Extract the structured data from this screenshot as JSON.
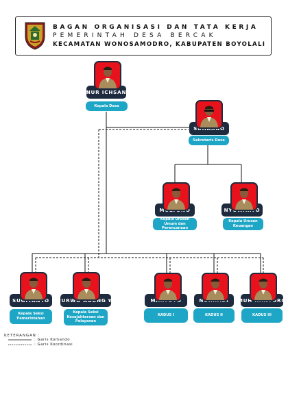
{
  "header": {
    "title_line1": "BAGAN ORGANISASI DAN TATA KERJA",
    "title_line2": "PEMERINTAH DESA BERCAK",
    "title_line3": "KECAMATAN WONOSAMODRO, KABUPATEN BOYOLALI"
  },
  "people": {
    "kades": {
      "name": "NUR ICHSAN",
      "role": "Kepala Desa"
    },
    "sekdes": {
      "name": "SUHARNO",
      "role": "Sekretaris Desa"
    },
    "kaur_umum": {
      "name": "MULYONO",
      "role": "Kepala Urusan Umum dan Perencanaan"
    },
    "kaur_keu": {
      "name": "NYUWARTO",
      "role": "Kepala Urusan Keuangan"
    },
    "kasi_pem": {
      "name": "SUGIYANTO",
      "role": "Kepala Seksi Pemerintahan"
    },
    "kasi_kesra": {
      "name": "PURWO AGUNG W",
      "role": "Kepala Seksi Kesejahteraan dan Pelayanan"
    },
    "kadus1": {
      "name": "MARTOYO",
      "role": "KADUS I"
    },
    "kadus2": {
      "name": "NURHADI",
      "role": "KADUS II"
    },
    "kadus3": {
      "name": "MUH HANTORO",
      "role": "KADUS III"
    }
  },
  "legend": {
    "title": "KETERANGAN :",
    "command": "Garis Komando",
    "coordination": "Garis Koordinasi"
  },
  "colors": {
    "photo_bg": "#e8121c",
    "name_bg": "#1e2a3d",
    "role_bg": "#1ea6c6"
  }
}
